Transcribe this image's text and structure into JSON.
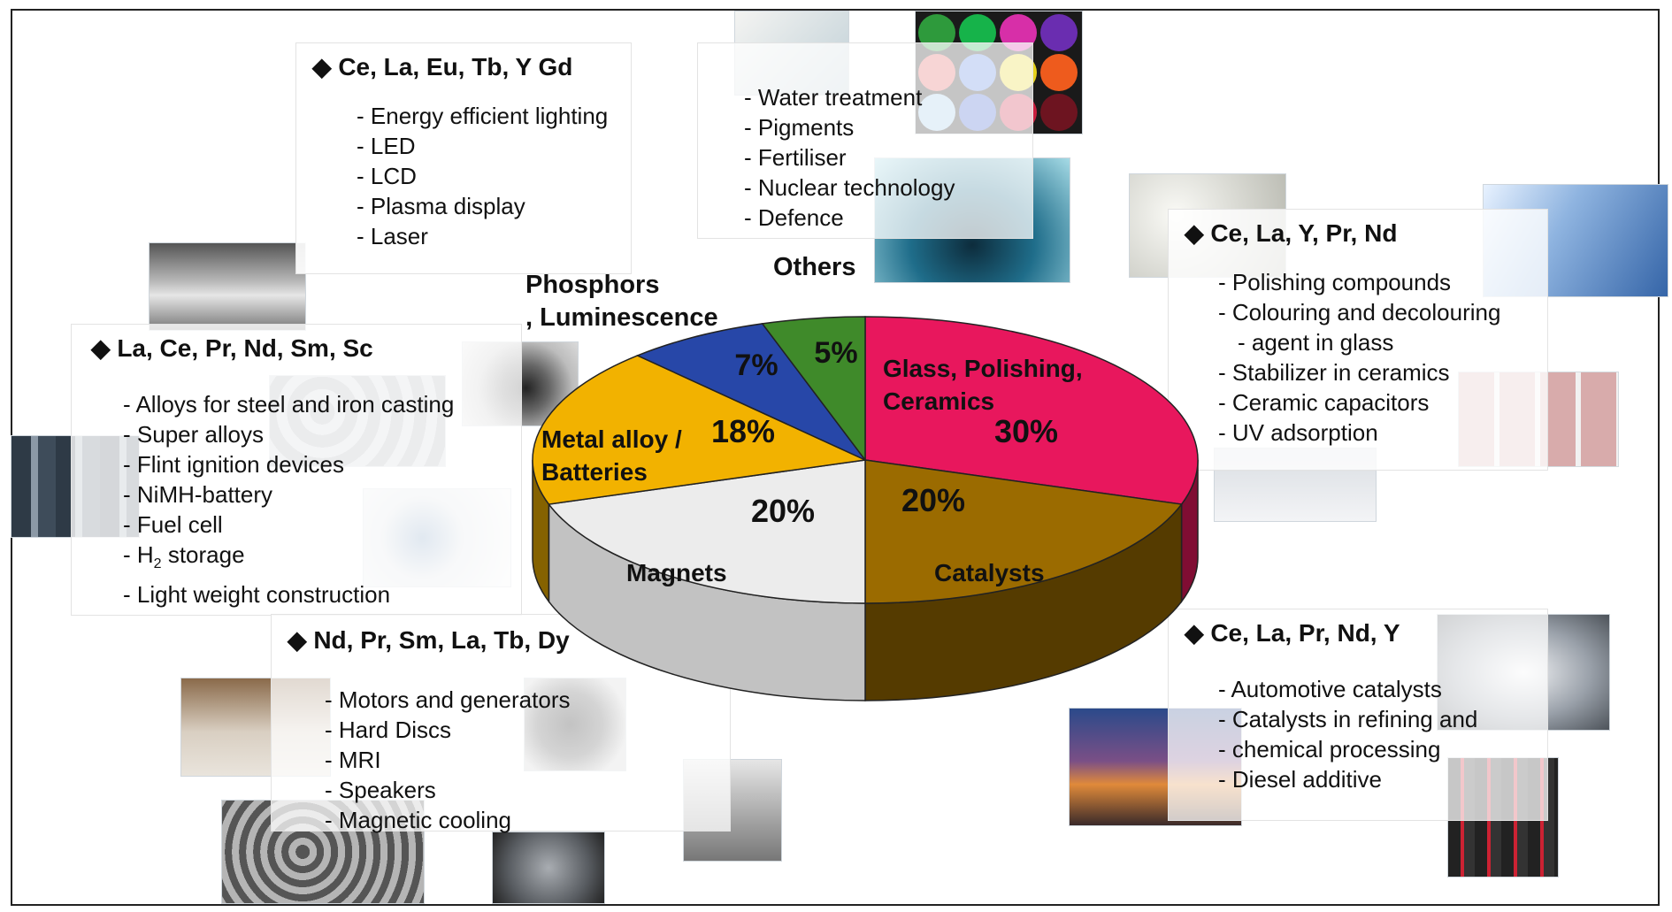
{
  "chart_data": {
    "type": "pie",
    "title": "",
    "categories": [
      "Glass, Polishing, Ceramics",
      "Catalysts",
      "Magnets",
      "Metal alloy / Batteries",
      "Phosphors, Luminescence",
      "Others"
    ],
    "values": [
      30,
      20,
      20,
      18,
      7,
      5
    ],
    "value_labels": [
      "30%",
      "20%",
      "20%",
      "18%",
      "7%",
      "5%"
    ],
    "colors": [
      "#e8175d",
      "#9b6b00",
      "#ececec",
      "#f2b200",
      "#2747a8",
      "#3f8a2a"
    ],
    "segment_labels": {
      "glass": [
        "Glass, Polishing,",
        "Ceramics"
      ],
      "catalysts": "Catalysts",
      "magnets": "Magnets",
      "metal": [
        "Metal alloy /",
        "Batteries"
      ],
      "phosphors": [
        "Phosphors",
        ", Luminescence"
      ],
      "others": "Others"
    }
  },
  "panels": {
    "phosphors": {
      "elements": "Ce, La, Eu, Tb, Y Gd",
      "items": [
        "Energy efficient lighting",
        "LED",
        "LCD",
        "Plasma display",
        "Laser"
      ]
    },
    "others": {
      "items": [
        "Water treatment",
        "Pigments",
        "Fertiliser",
        "Nuclear technology",
        "Defence"
      ]
    },
    "glass": {
      "elements": "Ce, La, Y, Pr, Nd",
      "items": [
        "Polishing compounds",
        "Colouring and decolouring",
        "agent in glass",
        "Stabilizer in ceramics",
        "Ceramic capacitors",
        "UV adsorption"
      ]
    },
    "alloys": {
      "elements": "La, Ce, Pr, Nd, Sm, Sc",
      "items": [
        "Alloys for steel and iron casting",
        "Super alloys",
        "Flint ignition devices",
        "NiMH-battery",
        "Fuel cell",
        "H",
        "storage",
        "Light weight construction"
      ],
      "subscript": "2"
    },
    "magnets": {
      "elements": "Nd, Pr, Sm, La, Tb, Dy",
      "items": [
        "Motors and generators",
        "Hard Discs",
        "MRI",
        "Speakers",
        "Magnetic cooling"
      ]
    },
    "catalysts": {
      "elements": "Ce, La, Pr, Nd, Y",
      "items": [
        "Automotive catalysts",
        "Catalysts in refining and",
        "chemical processing",
        "Diesel additive"
      ]
    }
  },
  "photo_colors": {
    "mri": "#d9c9a8",
    "pigments": [
      "#2e9a3c",
      "#16b34a",
      "#d72fa8",
      "#6a2db0",
      "#e05a5a",
      "#4f7ee0",
      "#e5d21c",
      "#ee5b1d",
      "#9cc6e8",
      "#3658c9",
      "#c91f3f",
      "#6d1420"
    ],
    "nuclear": "#1f5d7a",
    "glass_beads": "#d8d8d0",
    "building": "#5c8fc8",
    "battery": "#777777",
    "camera": "#8a8a8a",
    "cans": "#4a5866",
    "engine": "#c7ccd2",
    "refinery": "#4a3a6a",
    "converter": "#b7bcc4"
  }
}
